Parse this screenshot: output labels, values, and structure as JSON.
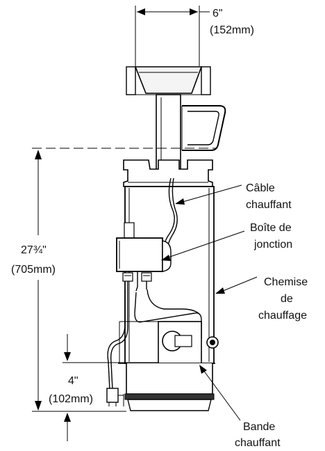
{
  "colors": {
    "ink": "#000000",
    "shade": "#e9e9e9",
    "dark": "#333333",
    "background": "#ffffff"
  },
  "dimensions": {
    "top_width_in": "6\"",
    "top_width_mm": "(152mm)",
    "height_in": "27¾\"",
    "height_mm": "(705mm)",
    "bottom_in": "4\"",
    "bottom_mm": "(102mm)"
  },
  "callouts": {
    "heating_cable": [
      "Câble",
      "chauffant"
    ],
    "junction_box": [
      "Boîte de",
      "jonction"
    ],
    "heating_jacket": [
      "Chemise",
      "de",
      "chauffage"
    ],
    "heating_band": [
      "Bande",
      "chauffant"
    ]
  }
}
